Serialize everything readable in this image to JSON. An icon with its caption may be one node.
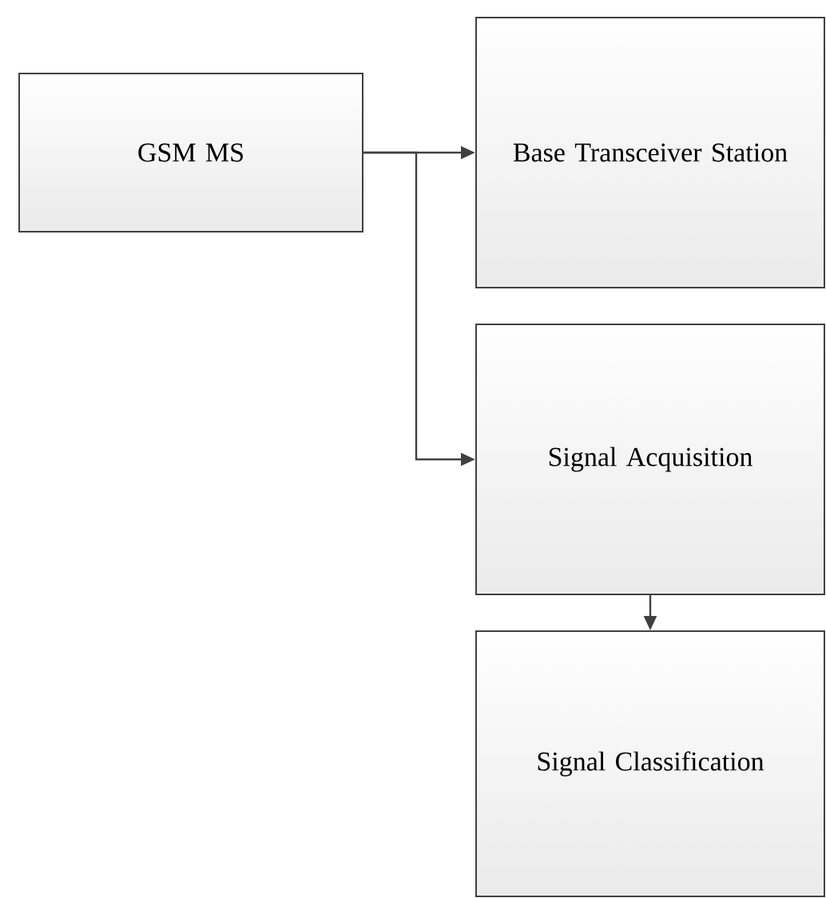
{
  "diagram": {
    "nodes": [
      {
        "text": [
          "GSM MS"
        ]
      },
      {
        "text": [
          "Base Transceiver Station"
        ]
      },
      {
        "text": [
          "Signal Acquisition"
        ]
      },
      {
        "text": [
          "Signal Classification"
        ]
      }
    ],
    "edges": [
      {
        "from": 0,
        "to": 1,
        "arrow": "to"
      },
      {
        "from": 0,
        "to": 2,
        "arrow": "to"
      },
      {
        "from": 2,
        "to": 3,
        "arrow": "to"
      }
    ]
  }
}
